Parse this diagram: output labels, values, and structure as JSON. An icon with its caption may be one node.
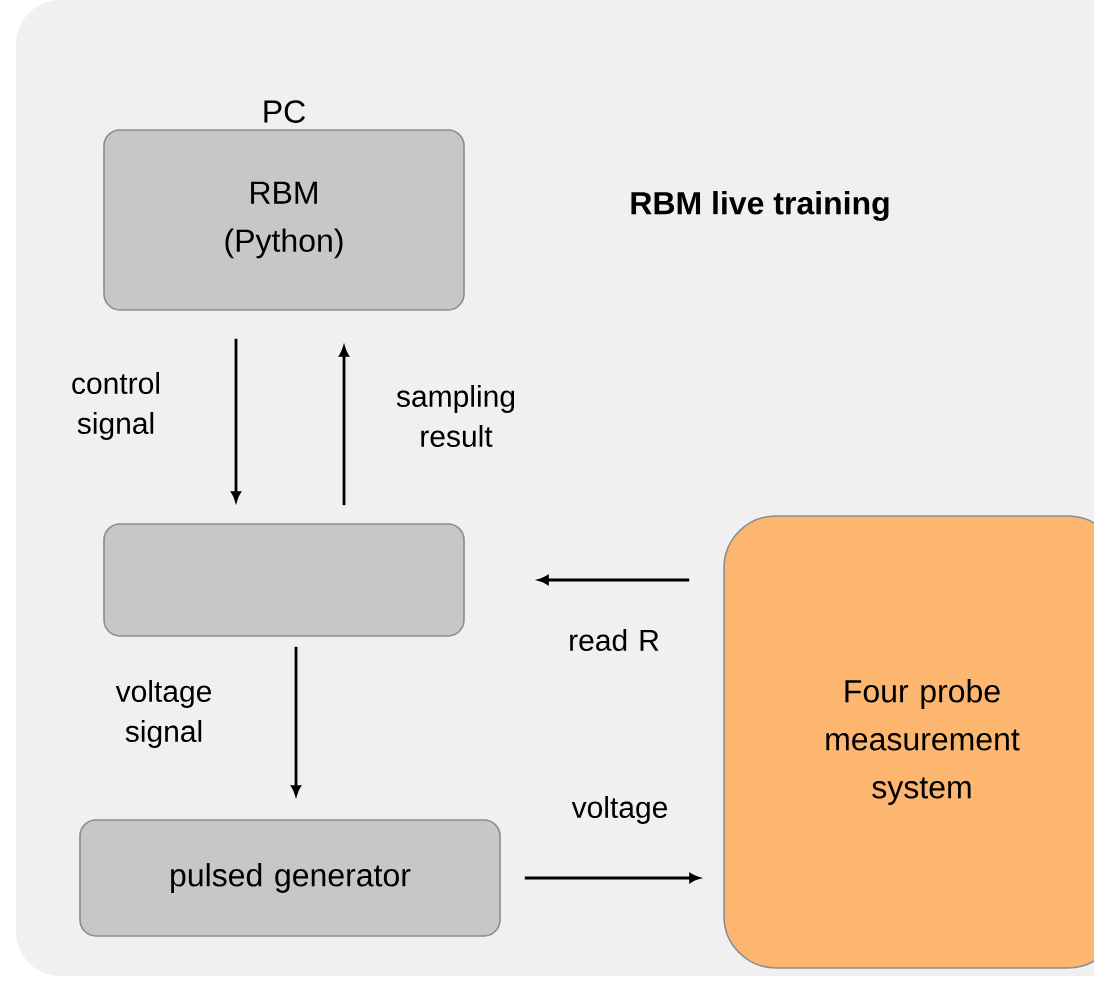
{
  "diagram": {
    "title": "RBM live training",
    "nodes": [
      {
        "text": [
          "PC",
          "RBM (Python)"
        ]
      },
      {
        "text": [],
        "shape": "box"
      },
      {
        "text": [
          "pulsed generator"
        ]
      },
      {
        "text": [
          "Four probe measurement system"
        ]
      }
    ],
    "edges": [
      {
        "from": 0,
        "to": 1,
        "arrow": "to",
        "label": "control signal"
      },
      {
        "from": 1,
        "to": 0,
        "arrow": "to",
        "label": "sampling result"
      },
      {
        "from": 3,
        "to": 1,
        "arrow": "to",
        "label": "read R"
      },
      {
        "from": 1,
        "to": 2,
        "arrow": "to",
        "label": "voltage signal"
      },
      {
        "from": 2,
        "to": 3,
        "arrow": "to",
        "label": "voltage"
      }
    ]
  }
}
